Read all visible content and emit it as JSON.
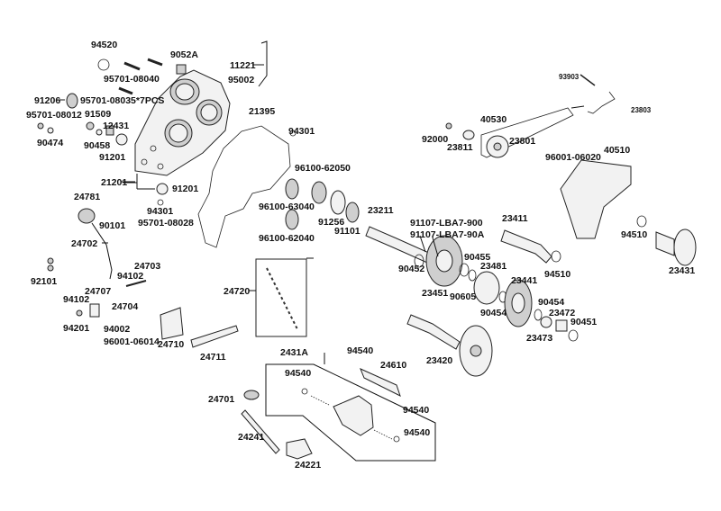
{
  "diagram": {
    "title": "Transmission / Gear Case Exploded Parts Diagram",
    "labels": [
      {
        "id": "p94520",
        "text": "94520"
      },
      {
        "id": "p9052A",
        "text": "9052A"
      },
      {
        "id": "p95701_08040",
        "text": "95701-08040"
      },
      {
        "id": "p11221",
        "text": "11221"
      },
      {
        "id": "p95002",
        "text": "95002"
      },
      {
        "id": "p91206",
        "text": "91206"
      },
      {
        "id": "p95701_08035",
        "text": "95701-08035*7PCS"
      },
      {
        "id": "p95701_08012",
        "text": "95701-08012"
      },
      {
        "id": "p91509",
        "text": "91509"
      },
      {
        "id": "p12431",
        "text": "12431"
      },
      {
        "id": "p90474",
        "text": "90474"
      },
      {
        "id": "p90458",
        "text": "90458"
      },
      {
        "id": "p91201a",
        "text": "91201"
      },
      {
        "id": "p21395",
        "text": "21395"
      },
      {
        "id": "p94301a",
        "text": "94301"
      },
      {
        "id": "p21201",
        "text": "21201"
      },
      {
        "id": "p91201b",
        "text": "91201"
      },
      {
        "id": "p94301b",
        "text": "94301"
      },
      {
        "id": "p95701_08028",
        "text": "95701-08028"
      },
      {
        "id": "p96100_62050",
        "text": "96100-62050"
      },
      {
        "id": "p96100_63040",
        "text": "96100-63040"
      },
      {
        "id": "p91256",
        "text": "91256"
      },
      {
        "id": "p91101",
        "text": "91101"
      },
      {
        "id": "p96100_62040",
        "text": "96100-62040"
      },
      {
        "id": "p93903",
        "text": "93903"
      },
      {
        "id": "p23803",
        "text": "23803"
      },
      {
        "id": "p40530",
        "text": "40530"
      },
      {
        "id": "p92000",
        "text": "92000"
      },
      {
        "id": "p23811",
        "text": "23811"
      },
      {
        "id": "p23801",
        "text": "23801"
      },
      {
        "id": "p96001_06020",
        "text": "96001-06020"
      },
      {
        "id": "p40510",
        "text": "40510"
      },
      {
        "id": "p24781",
        "text": "24781"
      },
      {
        "id": "p90101",
        "text": "90101"
      },
      {
        "id": "p24702",
        "text": "24702"
      },
      {
        "id": "p92101",
        "text": "92101"
      },
      {
        "id": "p24703",
        "text": "24703"
      },
      {
        "id": "p94102a",
        "text": "94102"
      },
      {
        "id": "p24707",
        "text": "24707"
      },
      {
        "id": "p94102b",
        "text": "94102"
      },
      {
        "id": "p24704",
        "text": "24704"
      },
      {
        "id": "p94201",
        "text": "94201"
      },
      {
        "id": "p94002",
        "text": "94002"
      },
      {
        "id": "p96001_06014",
        "text": "96001-06014"
      },
      {
        "id": "p24710",
        "text": "24710"
      },
      {
        "id": "p24711",
        "text": "24711"
      },
      {
        "id": "p24720",
        "text": "24720"
      },
      {
        "id": "p23211",
        "text": "23211"
      },
      {
        "id": "p91107_900",
        "text": "91107-LBA7-900"
      },
      {
        "id": "p91107_90A",
        "text": "91107-LBA7-90A"
      },
      {
        "id": "p23411",
        "text": "23411"
      },
      {
        "id": "p94510a",
        "text": "94510"
      },
      {
        "id": "p94510b",
        "text": "94510"
      },
      {
        "id": "p23431",
        "text": "23431"
      },
      {
        "id": "p90455",
        "text": "90455"
      },
      {
        "id": "p90452",
        "text": "90452"
      },
      {
        "id": "p23481",
        "text": "23481"
      },
      {
        "id": "p23451",
        "text": "23451"
      },
      {
        "id": "p90605",
        "text": "90605"
      },
      {
        "id": "p23441",
        "text": "23441"
      },
      {
        "id": "p90454a",
        "text": "90454"
      },
      {
        "id": "p90454b",
        "text": "90454"
      },
      {
        "id": "p23472",
        "text": "23472"
      },
      {
        "id": "p90451",
        "text": "90451"
      },
      {
        "id": "p23473",
        "text": "23473"
      },
      {
        "id": "p23420",
        "text": "23420"
      },
      {
        "id": "p2431A",
        "text": "2431A"
      },
      {
        "id": "p94540a",
        "text": "94540"
      },
      {
        "id": "p94540b",
        "text": "94540"
      },
      {
        "id": "p24610",
        "text": "24610"
      },
      {
        "id": "p94540c",
        "text": "94540"
      },
      {
        "id": "p94540d",
        "text": "94540"
      },
      {
        "id": "p24701",
        "text": "24701"
      },
      {
        "id": "p24241",
        "text": "24241"
      },
      {
        "id": "p24221",
        "text": "24221"
      }
    ]
  }
}
